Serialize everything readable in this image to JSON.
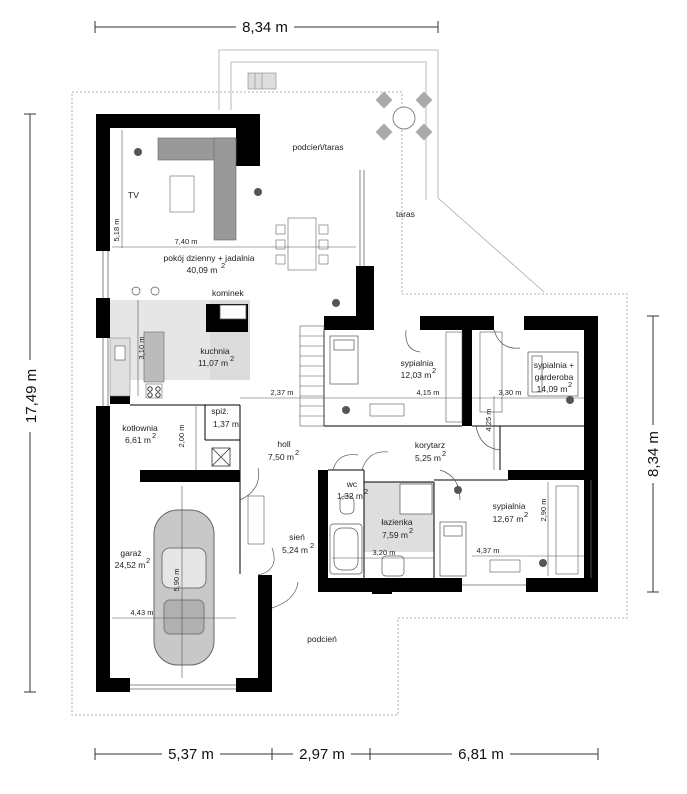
{
  "dimensions": {
    "top": "8,34 m",
    "left": "17,49 m",
    "right": "8,34 m",
    "bottom": [
      "5,37 m",
      "2,97 m",
      "6,81 m"
    ]
  },
  "rooms": {
    "taras_top": "podcień/taras",
    "taras_side": "taras",
    "tv": "TV",
    "living_name": "pokój dzienny + jadalnia",
    "living_area": "40,09 m",
    "kominek": "kominek",
    "kitchen_name": "kuchnia",
    "kitchen_area": "11,07 m",
    "boiler_name": "kotłownia",
    "boiler_area": "6,61 m",
    "pantry_name": "spiż.",
    "pantry_area": "1,37 m",
    "hall_name": "holl",
    "hall_area": "7,50 m",
    "bed1_name": "sypialnia",
    "bed1_area": "12,03 m",
    "bed2_name_1": "sypialnia +",
    "bed2_name_2": "garderoba",
    "bed2_area": "14,09 m",
    "corridor_name": "korytarz",
    "corridor_area": "5,25 m",
    "wc_name": "wc",
    "wc_area": "1,32 m",
    "bath_name": "łazienka",
    "bath_area": "7,59 m",
    "bed3_name": "sypialnia",
    "bed3_area": "12,67 m",
    "garage_name": "garaż",
    "garage_area": "24,52 m",
    "vestibule_name": "sień",
    "vestibule_area": "5,24 m",
    "porch": "podcień",
    "sq": "2"
  },
  "inner_dims": {
    "d_518": "5,18 m",
    "d_740": "7,40 m",
    "d_310": "3,10 m",
    "d_237": "2,37 m",
    "d_415": "4,15 m",
    "d_330": "3,30 m",
    "d_425": "4,25 m",
    "d_200": "2,00 m",
    "d_290": "2,90 m",
    "d_320": "3,20 m",
    "d_437": "4,37 m",
    "d_590": "5,90 m",
    "d_443": "4,43 m"
  }
}
